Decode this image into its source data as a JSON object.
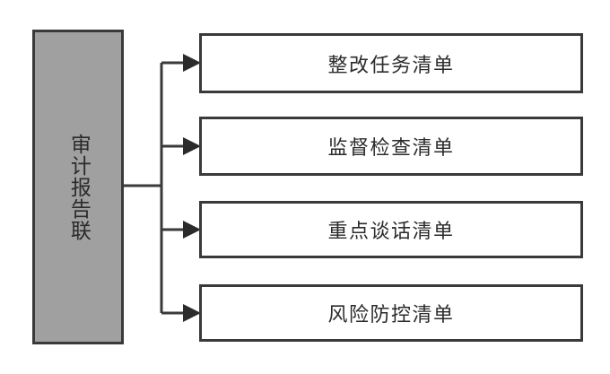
{
  "diagram": {
    "type": "tree-fan-out",
    "source": {
      "label": "审计报告联",
      "orientation": "vertical",
      "fill_color": "#a0a0a0",
      "border_color": "#3a3a3a"
    },
    "targets": [
      {
        "label": "整改任务清单",
        "fill_color": "#ffffff",
        "border_color": "#3a3a3a"
      },
      {
        "label": "监督检查清单",
        "fill_color": "#ffffff",
        "border_color": "#3a3a3a"
      },
      {
        "label": "重点谈话清单",
        "fill_color": "#ffffff",
        "border_color": "#3a3a3a"
      },
      {
        "label": "风险防控清单",
        "fill_color": "#ffffff",
        "border_color": "#3a3a3a"
      }
    ],
    "connector": {
      "style": "orthogonal-elbow",
      "arrowhead": "solid-triangle",
      "line_color": "#3a3a3a"
    },
    "background_color": "#ffffff"
  }
}
